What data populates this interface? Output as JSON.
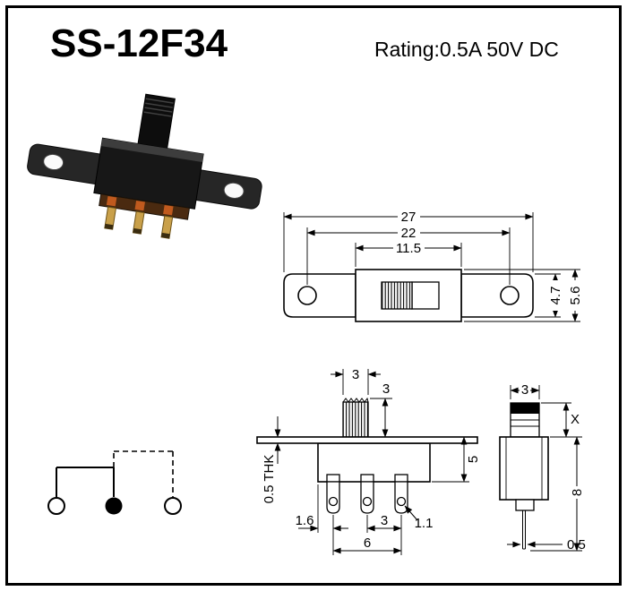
{
  "header": {
    "title": "SS-12F34",
    "rating": "Rating:0.5A 50V DC"
  },
  "top_view": {
    "overall_length": "27",
    "hole_pitch": "22",
    "body_length": "11.5",
    "arm_width": "4.7",
    "body_width": "5.6"
  },
  "front_view": {
    "knob_width": "3",
    "knob_height": "3",
    "body_height": "5",
    "plate_thickness": "0.5 THK",
    "pin_edge_offset": "1.6",
    "pin_pitch": "3",
    "pin_span": "6",
    "hole_diameter": "1.1"
  },
  "side_view": {
    "knob_depth": "3",
    "knob_height_x": "X",
    "body_height": "8",
    "pin_thickness": "0.5"
  },
  "colors": {
    "ink": "#000000",
    "photo_bracket": "#262626",
    "photo_body": "#171717",
    "photo_base": "#4a2a10",
    "photo_pin": "#c9a04a"
  }
}
